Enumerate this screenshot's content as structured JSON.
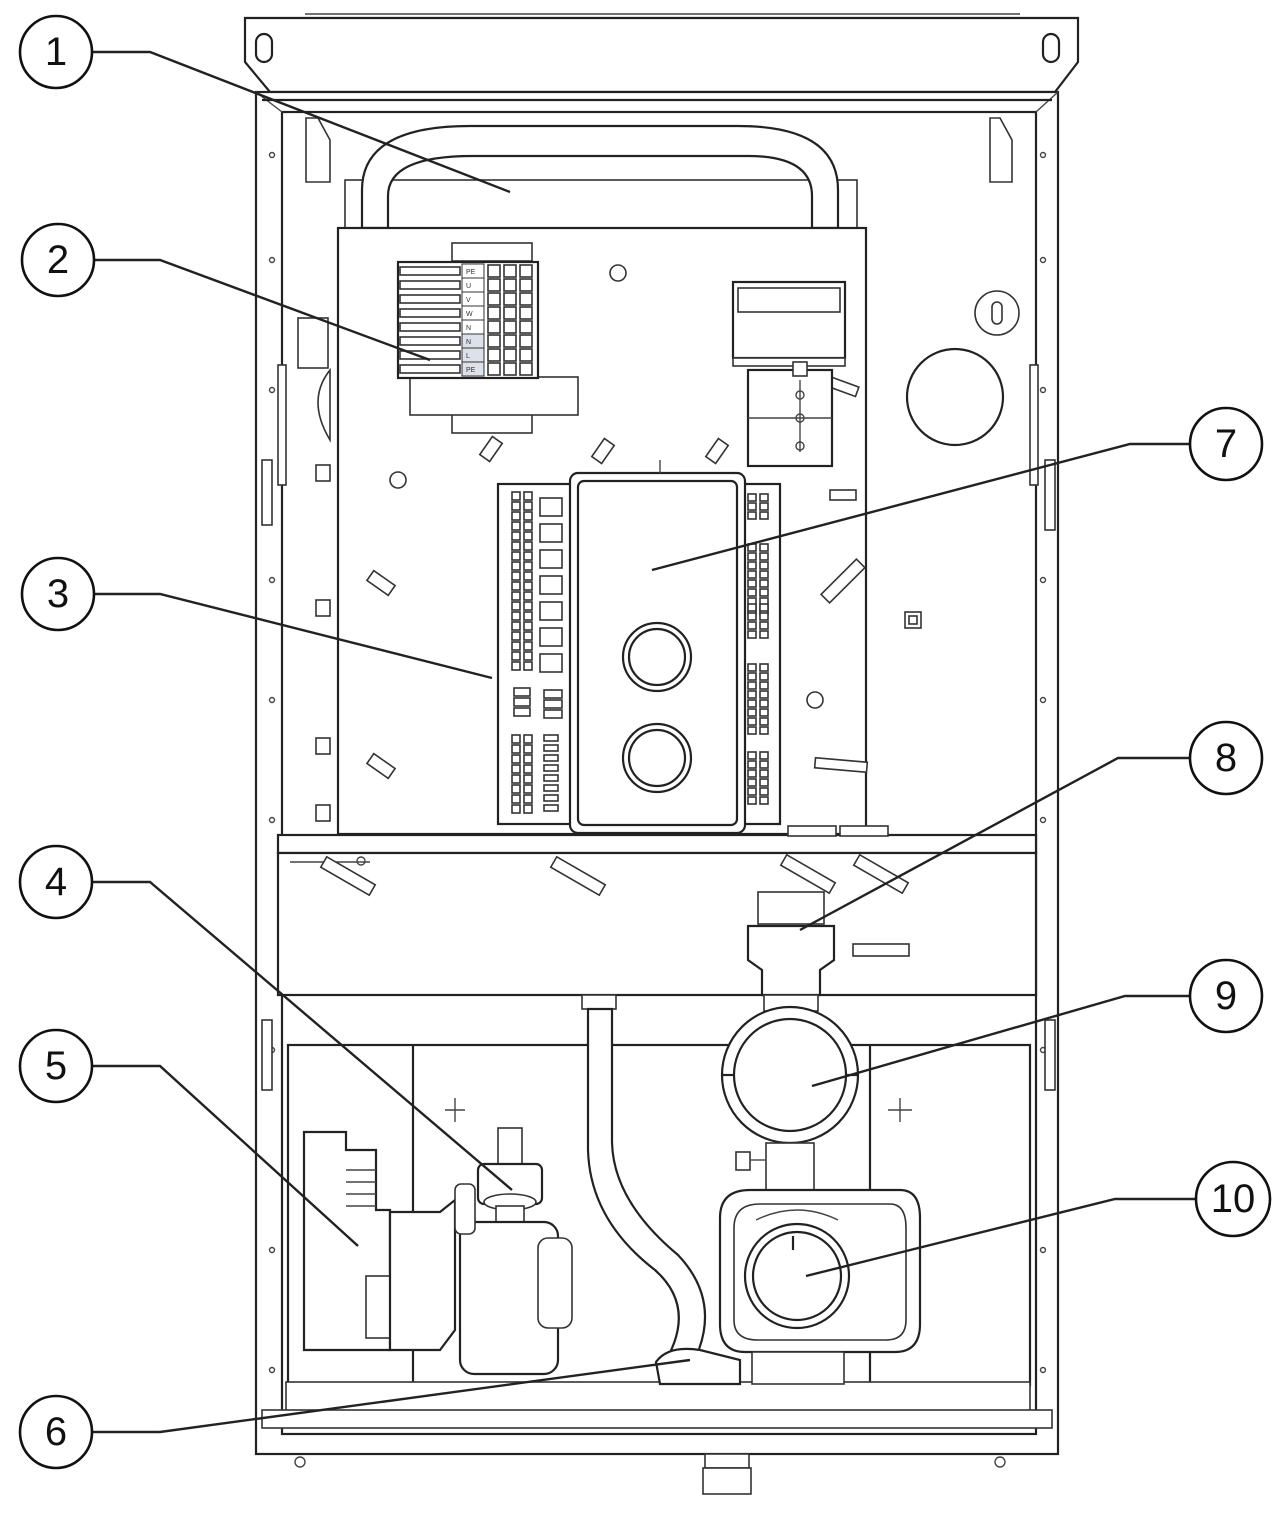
{
  "callouts": [
    {
      "label": "1"
    },
    {
      "label": "2"
    },
    {
      "label": "3"
    },
    {
      "label": "4"
    },
    {
      "label": "5"
    },
    {
      "label": "6"
    },
    {
      "label": "7"
    },
    {
      "label": "8"
    },
    {
      "label": "9"
    },
    {
      "label": "10"
    }
  ],
  "terminal_block": {
    "labels": [
      "PE",
      "U",
      "V",
      "W",
      "N",
      "N",
      "L",
      "PE"
    ]
  },
  "colors": {
    "line": "#222222",
    "background": "#ffffff"
  }
}
